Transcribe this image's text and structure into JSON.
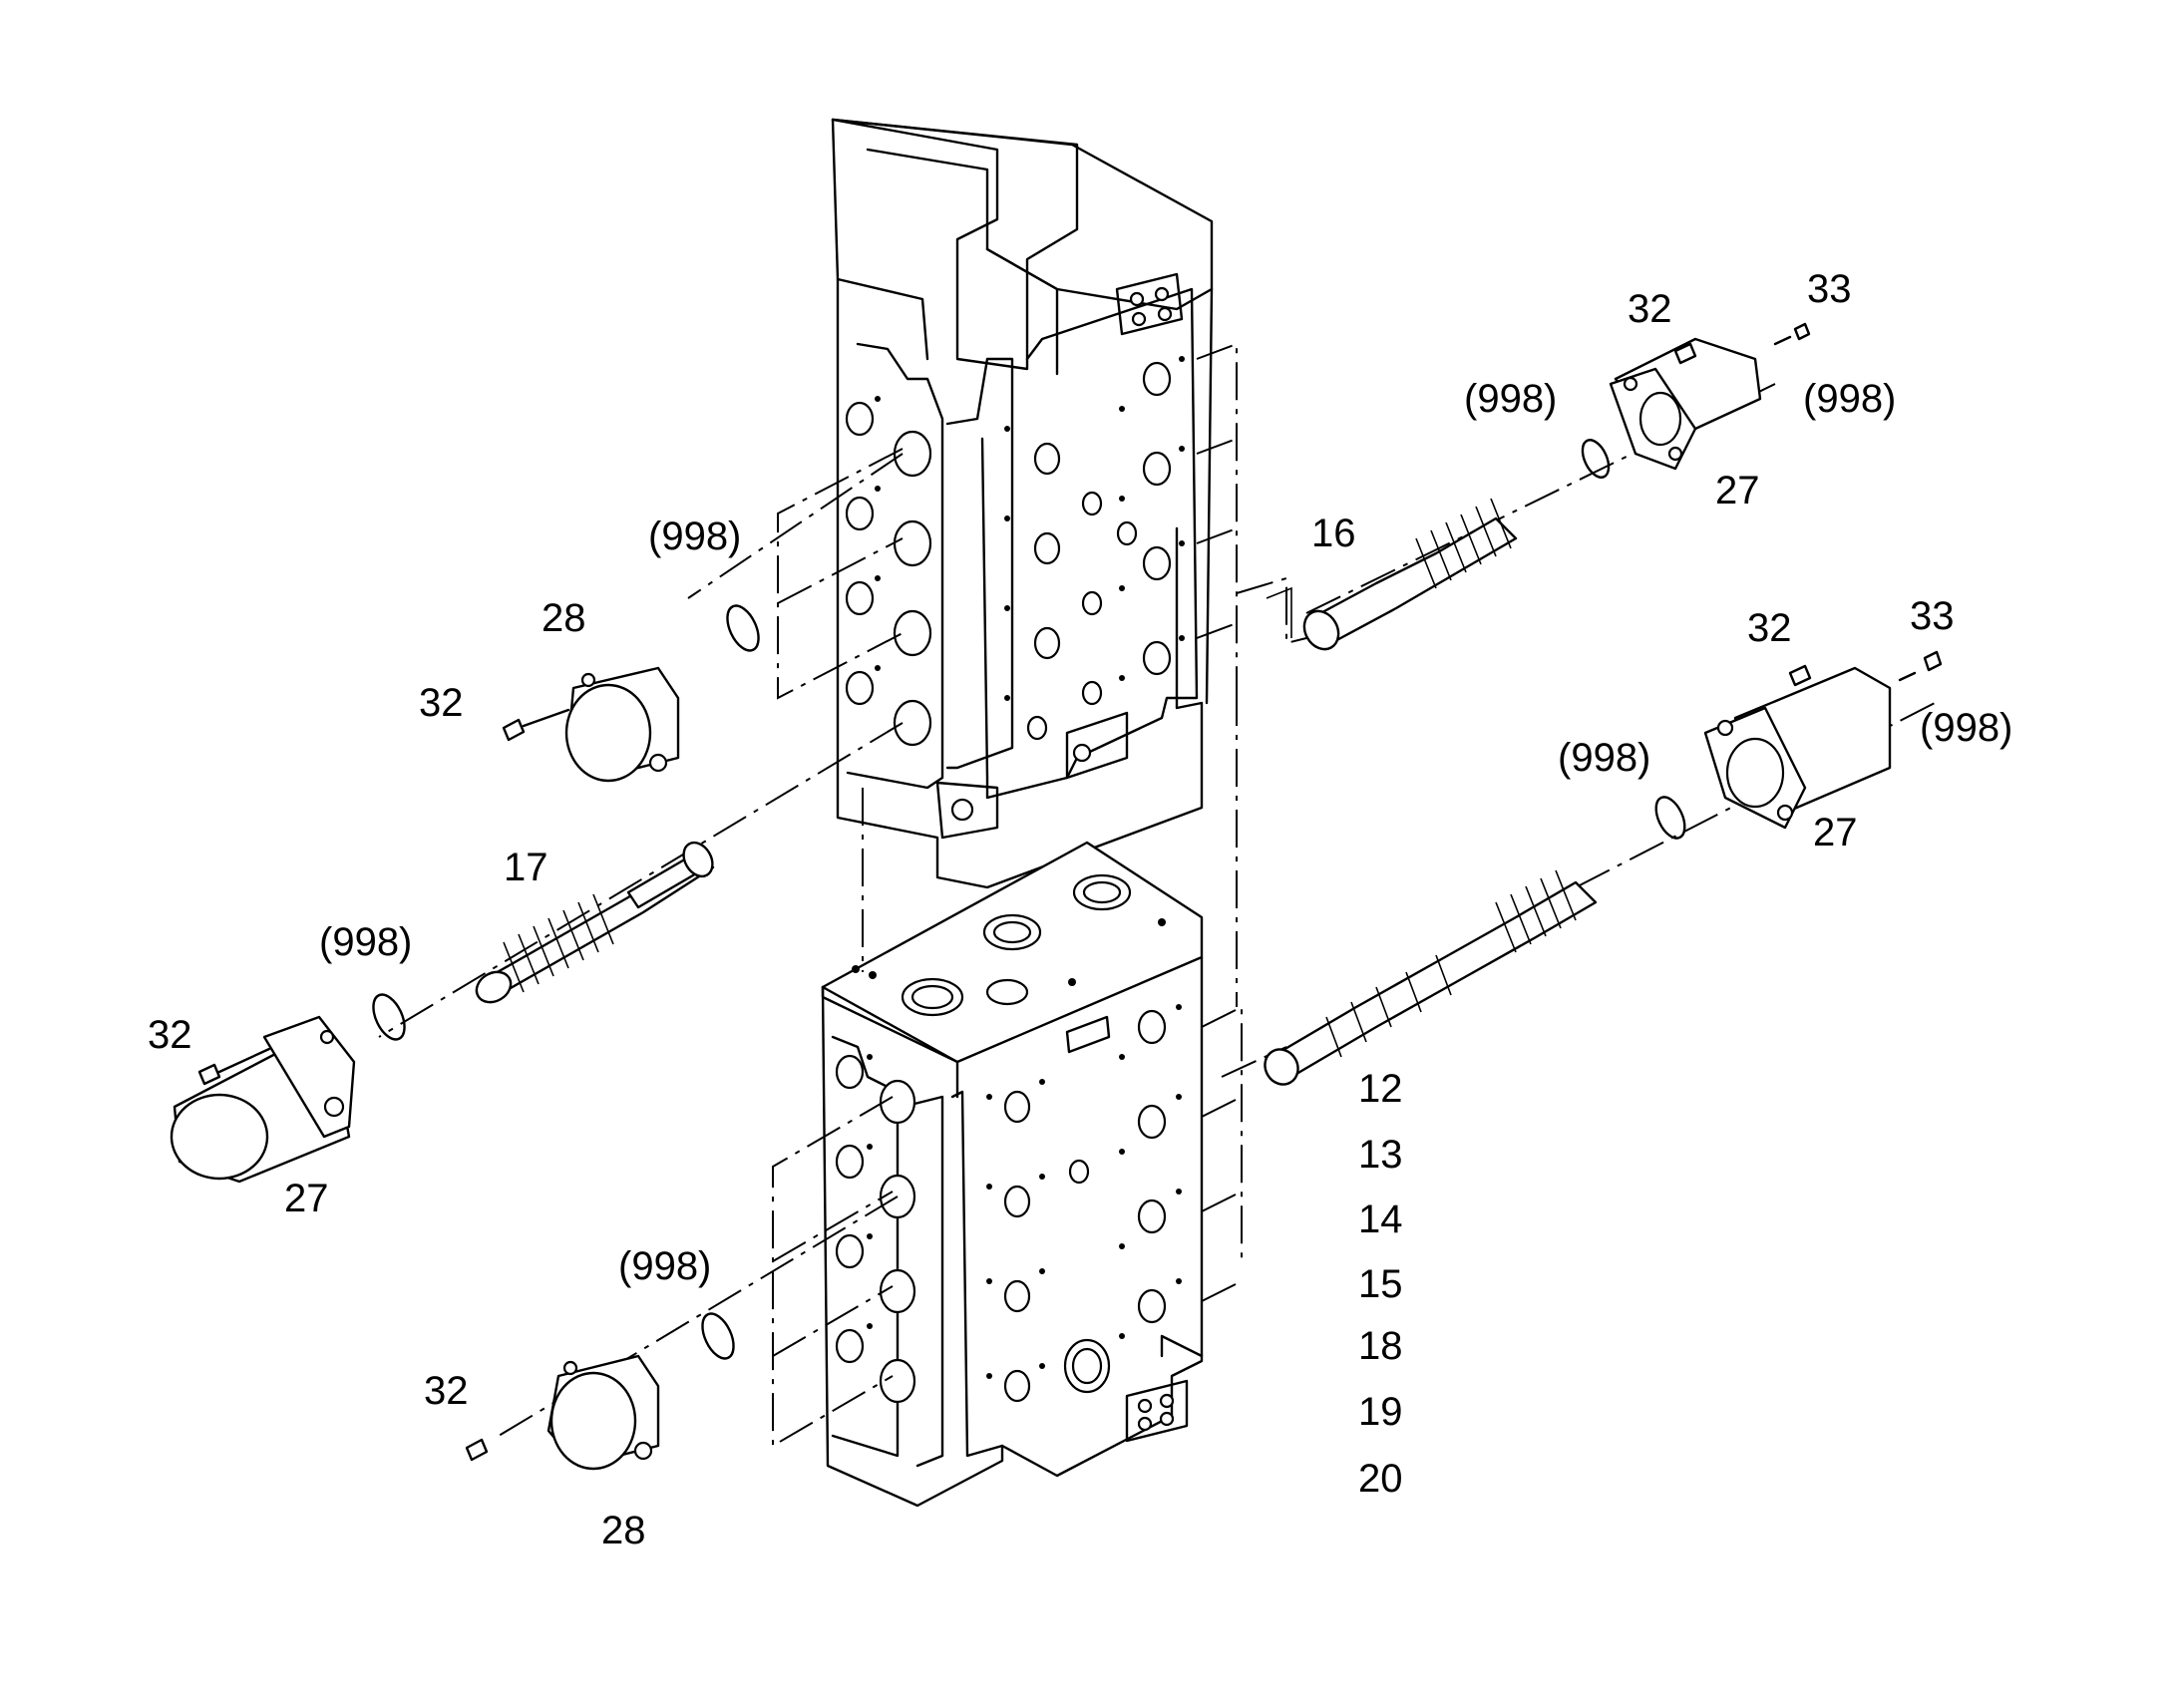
{
  "labels": {
    "l_998_a": "(998)",
    "l_28_a": "28",
    "l_32_a": "32",
    "l_17": "17",
    "l_998_b": "(998)",
    "l_32_b": "32",
    "l_27_a": "27",
    "l_998_c": "(998)",
    "l_32_c": "32",
    "l_28_b": "28",
    "l_16": "16",
    "l_998_d": "(998)",
    "l_32_d": "32",
    "l_33_a": "33",
    "l_998_e": "(998)",
    "l_27_b": "27",
    "l_32_e": "32",
    "l_33_b": "33",
    "l_998_f": "(998)",
    "l_998_g": "(998)",
    "l_27_c": "27",
    "l_12": "12",
    "l_13": "13",
    "l_14": "14",
    "l_15": "15",
    "l_18": "18",
    "l_19": "19",
    "l_20": "20"
  }
}
